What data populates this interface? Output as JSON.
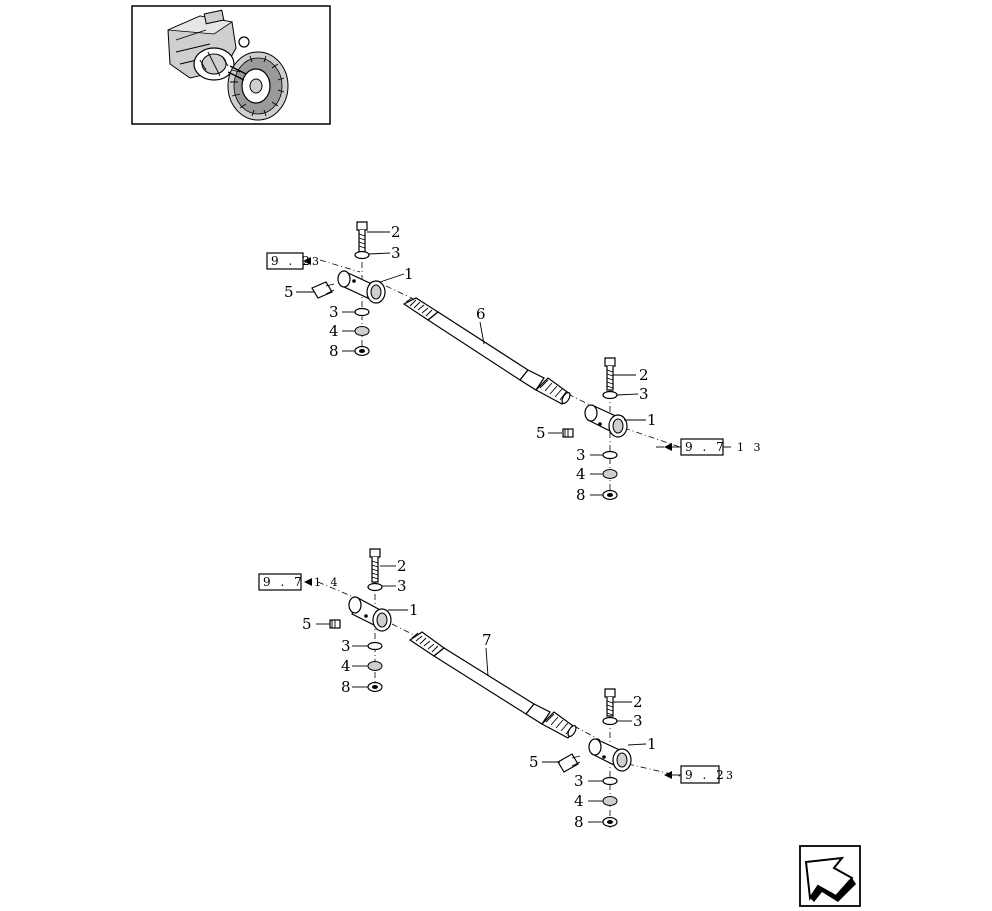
{
  "callouts": {
    "a_1": "1",
    "a_2": "2",
    "a_3a": "3",
    "a_3b": "3",
    "a_4": "4",
    "a_5": "5",
    "a_8": "8",
    "a_6": "6",
    "b_1": "1",
    "b_2": "2",
    "b_3a": "3",
    "b_3b": "3",
    "b_4": "4",
    "b_5": "5",
    "b_8": "8",
    "c_1": "1",
    "c_2": "2",
    "c_3a": "3",
    "c_3b": "3",
    "c_4": "4",
    "c_5": "5",
    "c_8": "8",
    "c_7": "7",
    "d_1": "1",
    "d_2": "2",
    "d_3a": "3",
    "d_3b": "3",
    "d_4": "4",
    "d_5": "5",
    "d_8": "8"
  },
  "references": {
    "r1_box": "9 . 2",
    "r1_suffix": "3",
    "r2_box": "9 . 7",
    "r2_suffix": "1 3",
    "r3_box": "9 . 7",
    "r3_suffix": "1 4",
    "r4_box": "9 . 2",
    "r4_suffix": "3"
  },
  "icons": {
    "thumbnail": "axle-assembly-thumbnail",
    "nav": "back-arrow-icon"
  }
}
